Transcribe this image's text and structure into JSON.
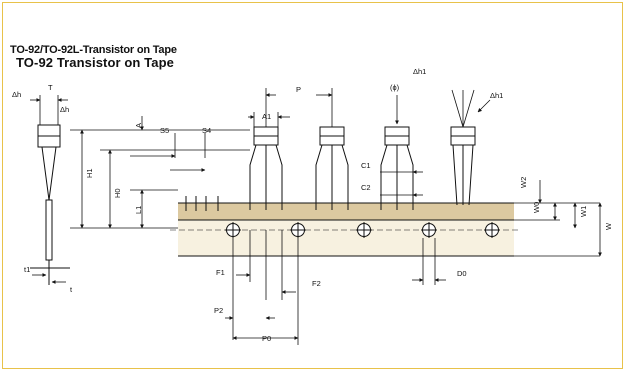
{
  "titles": {
    "title_1": "TO-92/TO-92L-Transistor on Tape",
    "title_2": "TO-92 Transistor on Tape"
  },
  "labels": {
    "delta_h_left": "Δh",
    "t_top": "T",
    "delta_h_small": "Δh",
    "p": "P",
    "a1": "A1",
    "delta_h1_a": "Δh1",
    "delta_h1_b": "Δh1",
    "phi": "(ɸ)",
    "a": "A",
    "s5": "S5",
    "s4": "S4",
    "h1": "H1",
    "h0": "H0",
    "l1": "L1",
    "c1": "C1",
    "c2": "C2",
    "w2": "W2",
    "w0": "W0",
    "w1": "W1",
    "w": "W",
    "f1": "F1",
    "f2": "F2",
    "d0": "D0",
    "p2": "P2",
    "p0": "P0",
    "t1": "t1",
    "t": "t"
  },
  "colors": {
    "frame": "#e8c24a",
    "tape_band": "#dcc9a0",
    "carrier_band": "#f7f1e0",
    "line": "#111111"
  }
}
